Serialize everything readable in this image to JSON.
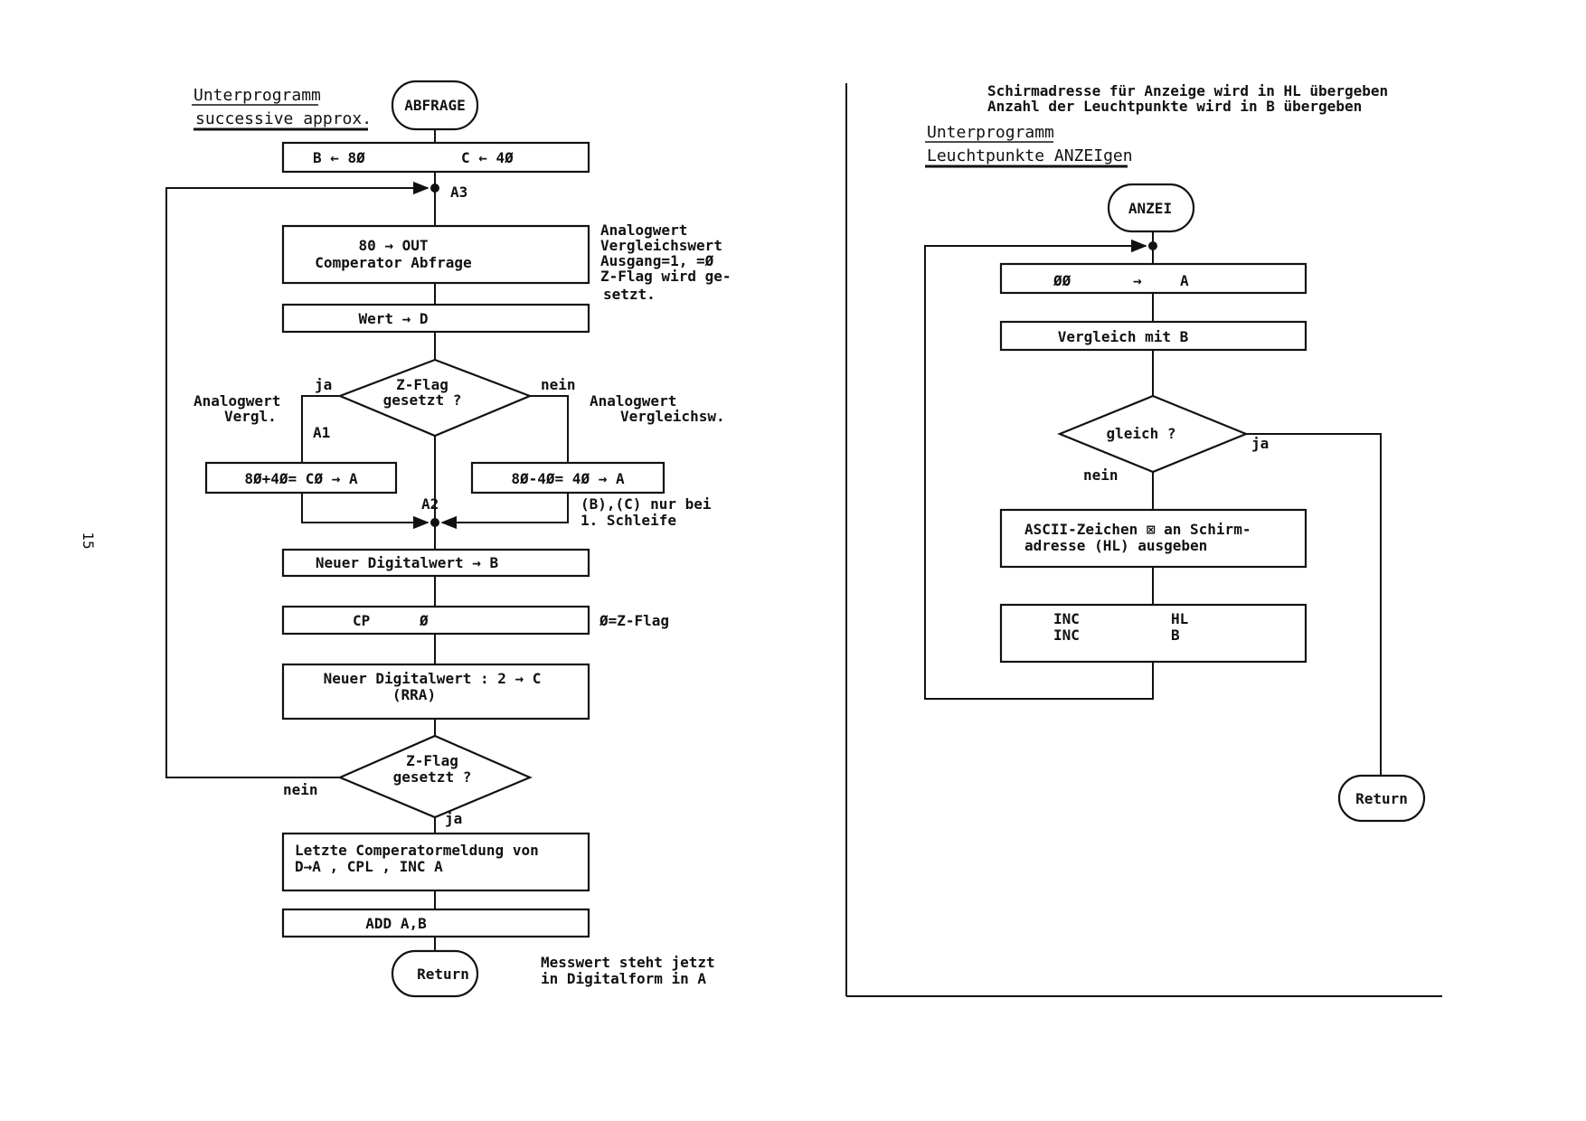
{
  "page_number": "15",
  "left": {
    "header": {
      "line1": "Unterprogramm",
      "line2": "successive approx."
    },
    "start_terminal": "ABFRAGE",
    "init_box": {
      "left": "B ← 8Ø",
      "right": "C ← 4Ø"
    },
    "label_a3": "A3",
    "out_box": {
      "line1": "80  →  OUT",
      "line2": "Comperator Abfrage"
    },
    "out_note": [
      "Analogwert",
      "Vergleichswert",
      "Ausgang=1,   =Ø",
      "Z-Flag wird ge-",
      "setzt."
    ],
    "wert_box": "Wert  →  D",
    "decision1": {
      "line1": "Z-Flag",
      "line2": "gesetzt ?"
    },
    "label_ja1": "ja",
    "label_nein1": "nein",
    "note_left": [
      "Analogwert",
      "Vergl."
    ],
    "note_right": [
      "Analogwert",
      "Vergleichsw."
    ],
    "label_a1": "A1",
    "box_add": "8Ø+4Ø= CØ  →  A",
    "box_sub": "8Ø-4Ø=  4Ø  →  A",
    "label_a2": "A2",
    "note_bc": [
      "(B),(C) nur bei",
      "1. Schleife"
    ],
    "neuer_b_box": "Neuer Digitalwert → B",
    "cp_box": {
      "left": "CP",
      "right": "Ø"
    },
    "cp_note": "Ø=Z-Flag",
    "rra_box": {
      "line1": "Neuer Digitalwert  : 2 → C",
      "line2": "(RRA)"
    },
    "decision2": {
      "line1": "Z-Flag",
      "line2": "gesetzt ?"
    },
    "label_nein2": "nein",
    "label_ja2": "ja",
    "letzte_box": {
      "line1": "Letzte Comperatormeldung von",
      "line2": "D→A ,  CPL ,  INC  A"
    },
    "add_box": "ADD  A,B",
    "end_terminal": "Return",
    "end_note": [
      "Messwert steht jetzt",
      "in Digitalform in   A"
    ]
  },
  "right": {
    "top_note": [
      "Schirmadresse für Anzeige wird in HL übergeben",
      "Anzahl der Leuchtpunkte wird in  B  übergeben"
    ],
    "header": {
      "line1": "Unterprogramm",
      "line2": "Leuchtpunkte ANZEIgen"
    },
    "start_terminal": "ANZEI",
    "box_00": {
      "left": "ØØ",
      "arrow": "→",
      "right": "A"
    },
    "vergleich_box": "Vergleich mit  B",
    "decision": "gleich ?",
    "label_ja": "ja",
    "label_nein": "nein",
    "ascii_box": {
      "line1": "ASCII-Zeichen ⊠ an Schirm-",
      "line2": "adresse (HL) ausgeben"
    },
    "inc_box": {
      "op1": "INC",
      "arg1": "HL",
      "op2": "INC",
      "arg2": "B"
    },
    "end_terminal": "Return"
  }
}
